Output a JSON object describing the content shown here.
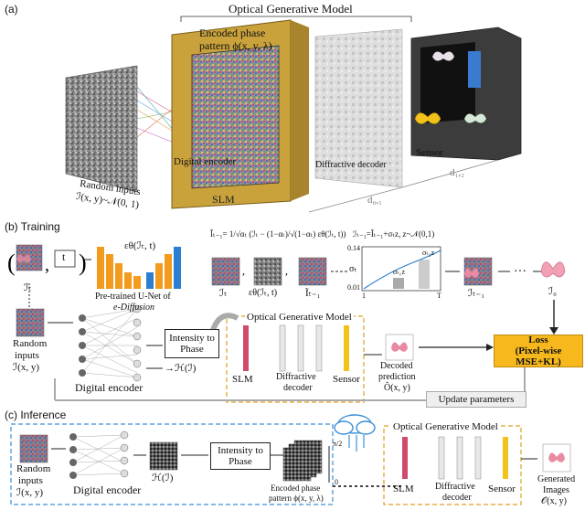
{
  "panel_a": {
    "tag": "(a)",
    "title": "Optical Generative Model",
    "phase_label_line1": "Encoded phase",
    "phase_label_line2": "pattern ϕ(x, y, λ)",
    "random_inputs_line1": "Random inputs",
    "random_inputs_line2": "ℐ(x, y)~𝒩(0, 1)",
    "digital_encoder": "Digital encoder",
    "slm": "SLM",
    "diffractive_decoder": "Diffractive decoder",
    "sensor": "Sensor",
    "d01": "d₀,₁",
    "d12": "d₁,₂"
  },
  "panel_b": {
    "tag": "(b) Training",
    "t_label": "t",
    "it_label": "ℐₜ",
    "unet_line1": "Pre-trained U-Net of",
    "unet_line2": "e-Diffusion",
    "eps_label": "εθ(ℐₜ, t)",
    "formula_left": "Ĩₜ₋₁= 1/√αₜ (ℐₜ − (1−αₜ)/√(1−αₜ) εθ(ℐₜ, t))",
    "formula_right": "ℐₜ₋₁=Ĩₜ₋₁+σₜz, z~𝒩(0,1)",
    "strip_it": "ℐₜ",
    "strip_eps": "εθ(ℐₜ, t)",
    "strip_ihat": "Ĩₜ₋₁",
    "strip_it1": "ℐₜ₋₁",
    "strip_i0": "ℐ₀",
    "sigma_axis": "σₜ",
    "sigma_t1z": "σₜ₁z",
    "sigma_t2z": "σₜ₂z",
    "tick_014": "0.14",
    "tick_001": "0.01",
    "tick_1": "1",
    "tick_T": "T",
    "random_line1": "Random",
    "random_line2": "inputs",
    "random_line3": "ℐ(x, y)",
    "digital_encoder": "Digital encoder",
    "intensity_line1": "Intensity to",
    "intensity_line2": "Phase",
    "h_label": "→ℋ(ℐ)",
    "ogm_title": "Optical Generative Model",
    "slm": "SLM",
    "diffractive_line1": "Diffractive",
    "diffractive_line2": "decoder",
    "sensor": "Sensor",
    "decoded_line1": "Decoded",
    "decoded_line2": "prediction",
    "decoded_line3": "Ô(x, y)",
    "loss_line1": "Loss",
    "loss_line2": "(Pixel-wise MSE+KL)",
    "update": "Update parameters",
    "dots": "···"
  },
  "panel_c": {
    "tag": "(c) Inference",
    "random_line1": "Random",
    "random_line2": "inputs",
    "random_line3": "ℐ(x, y)",
    "digital_encoder": "Digital encoder",
    "h_label": "ℋ(ℐ)",
    "intensity_line1": "Intensity to",
    "intensity_line2": "Phase",
    "encoded_line1": "Encoded phase",
    "encoded_line2": "pattern ϕ(x, y, λ)",
    "pi_half": "π/2",
    "zero": "0",
    "ogm_title": "Optical Generative Model",
    "slm": "SLM",
    "diffractive_line1": "Diffractive",
    "diffractive_line2": "decoder",
    "sensor": "Sensor",
    "generated_line1": "Generated",
    "generated_line2": "Images",
    "generated_line3": "𝒪(x, y)"
  },
  "colors": {
    "slm_frame": "#c9a23c",
    "loss_fill": "#f6b81d",
    "ogm_dash": "#e0a020",
    "inference_dash": "#3d8fd6",
    "butterfly": "#e98aa0",
    "unet": "#f39b1c",
    "unet_blue": "#2b7fd1"
  }
}
